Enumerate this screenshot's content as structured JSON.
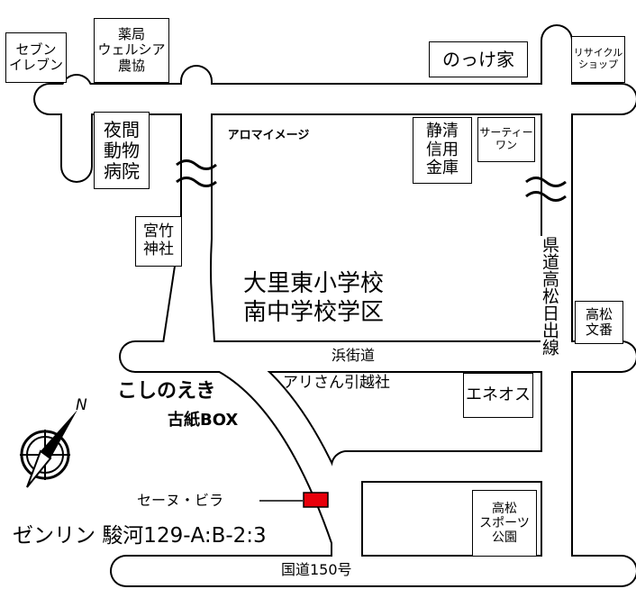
{
  "landmarks": {
    "seven_eleven": [
      "セブン",
      "イレブン"
    ],
    "welcia_ja": [
      "薬局",
      "ウェルシア",
      "農協"
    ],
    "nokke_ya": "のっけ家",
    "recycle_shop": [
      "リサイクル",
      "ショップ"
    ],
    "night_animal_hospital": [
      "夜間",
      "動物",
      "病院"
    ],
    "aroma_image": "アロマイメージ",
    "shizuoka_shinkin": [
      "静清",
      "信用",
      "金庫"
    ],
    "thirty_one": [
      "サーティー",
      "ワン"
    ],
    "miyatake_shrine": [
      "宮竹",
      "神社"
    ],
    "takamatsu_bunban": [
      "高松",
      "文番"
    ],
    "eneos": "エネオス",
    "ari_moving": "アリさん引越社",
    "koshinoeki": [
      "こしのえき",
      "古紙BOX"
    ],
    "takamatsu_sports_park": [
      "高松",
      "スポーツ",
      "公園"
    ]
  },
  "area": {
    "school_district": [
      "大里東小学校",
      "南中学校学区"
    ]
  },
  "roads": {
    "hamakaido": "浜街道",
    "prefectural_takamatsu_hinode": "県道高松日出線",
    "route_150": "国道150号"
  },
  "compass": {
    "north": "N"
  },
  "destination": {
    "name": "セーヌ・ビラ",
    "marker_color": "#e8000b"
  },
  "footer": {
    "source": "ゼンリン 駿河129-A:B-2:3"
  }
}
